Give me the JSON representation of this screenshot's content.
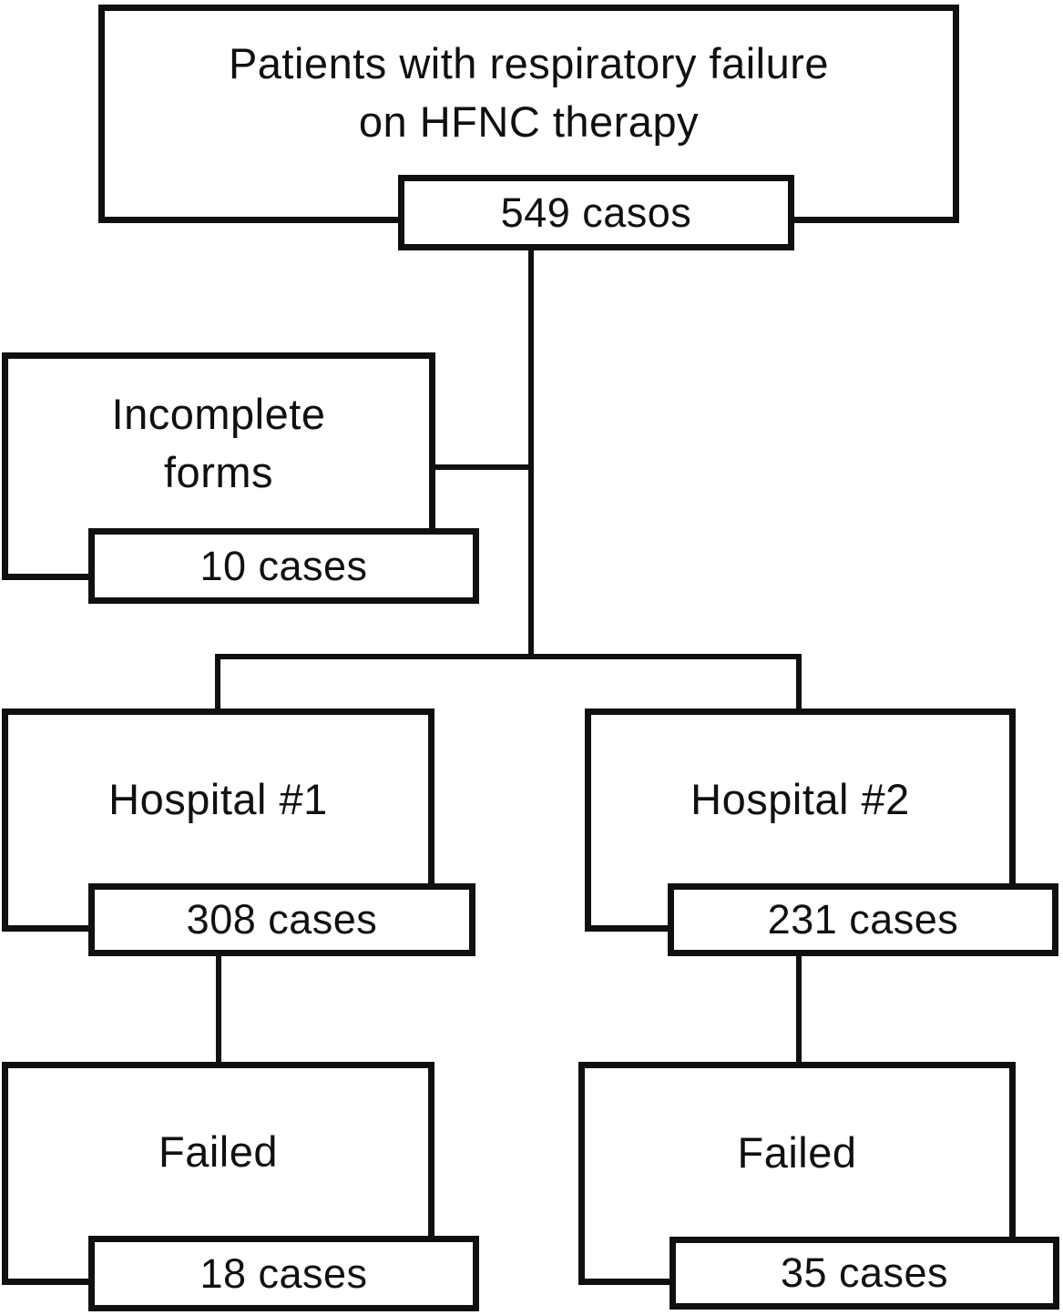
{
  "colors": {
    "line": "#101010",
    "box_fill": "#ffffff",
    "text": "#101010"
  },
  "nodes": {
    "root": {
      "label": "Patients with respiratory failure on HFNC therapy",
      "count": "549 casos"
    },
    "excluded": {
      "label": "Incomplete forms",
      "count": "10 cases"
    },
    "hospital1": {
      "label": "Hospital #1",
      "count": "308 cases"
    },
    "hospital2": {
      "label": "Hospital #2",
      "count": "231 cases"
    },
    "failed1": {
      "label": "Failed",
      "count": "18 cases"
    },
    "failed2": {
      "label": "Failed",
      "count": "35 cases"
    }
  },
  "edges": [
    {
      "from": "root",
      "to": "excluded"
    },
    {
      "from": "root",
      "to": "hospital1"
    },
    {
      "from": "root",
      "to": "hospital2"
    },
    {
      "from": "hospital1",
      "to": "failed1"
    },
    {
      "from": "hospital2",
      "to": "failed2"
    }
  ]
}
